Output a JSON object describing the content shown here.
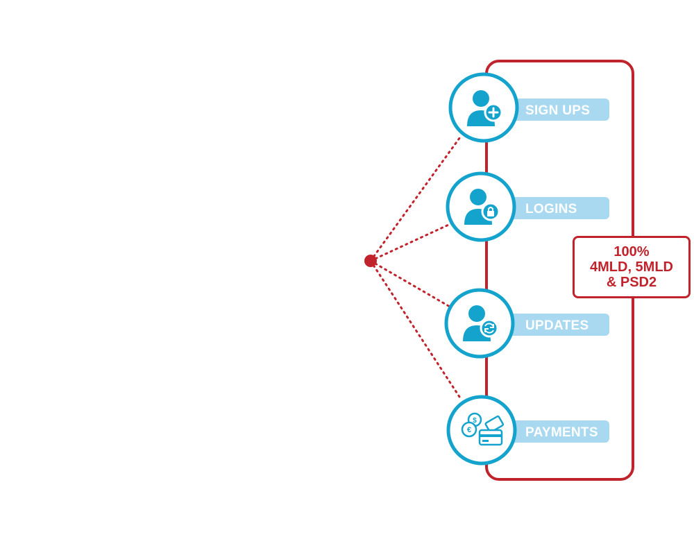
{
  "colors": {
    "accent_red": "#c1232c",
    "ring_blue": "#14a3cd",
    "label_blue": "#a9d8f1",
    "label_text": "#ffffff"
  },
  "items": [
    {
      "label": "SIGN UPS",
      "icon": "user-plus-icon"
    },
    {
      "label": "LOGINS",
      "icon": "user-lock-icon"
    },
    {
      "label": "UPDATES",
      "icon": "user-refresh-icon"
    },
    {
      "label": "PAYMENTS",
      "icon": "coins-and-card-icon"
    }
  ],
  "badge": {
    "line1": "100%",
    "line2": "4MLD, 5MLD",
    "line3": "& PSD2"
  }
}
